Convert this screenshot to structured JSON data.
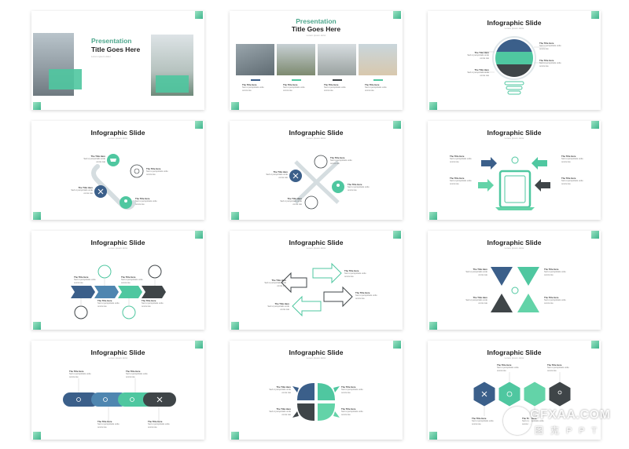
{
  "slides": [
    {
      "title_line1": "Presentation",
      "title_line2": "Title Goes Here",
      "subtitle": "Lorem ipsum dolor"
    },
    {
      "title_line1": "Presentation",
      "title_line2": "Title Goes Here",
      "subtitle": "Lorem ipsum dolor"
    },
    {
      "title": "Infographic Slide",
      "subtitle": "Lorem ipsum dolor"
    },
    {
      "title": "Infographic Slide",
      "subtitle": "Lorem ipsum dolor"
    },
    {
      "title": "Infographic Slide",
      "subtitle": "Lorem ipsum dolor"
    },
    {
      "title": "Infographic Slide",
      "subtitle": "Lorem ipsum dolor"
    },
    {
      "title": "Infographic Slide",
      "subtitle": "Lorem ipsum dolor"
    },
    {
      "title": "Infographic Slide",
      "subtitle": "Lorem ipsum dolor"
    },
    {
      "title": "Infographic Slide",
      "subtitle": "Lorem ipsum dolor"
    },
    {
      "title": "Infographic Slide",
      "subtitle": "Lorem ipsum dolor"
    },
    {
      "title": "Infographic Slide",
      "subtitle": "Lorem ipsum dolor"
    },
    {
      "title": "Infographic Slide",
      "subtitle": "Lorem ipsum dolor"
    }
  ],
  "note": {
    "heading": "The Title Here",
    "body": "Sed ut perspiciatis unde omnis iste"
  },
  "watermark": {
    "brand": "GFXAA.COM",
    "cn": "图 克 P P T"
  },
  "colors": {
    "teal": "#4fc7a0",
    "blue": "#3b5f8a",
    "dark": "#3f4548",
    "green": "#63d3a8"
  }
}
